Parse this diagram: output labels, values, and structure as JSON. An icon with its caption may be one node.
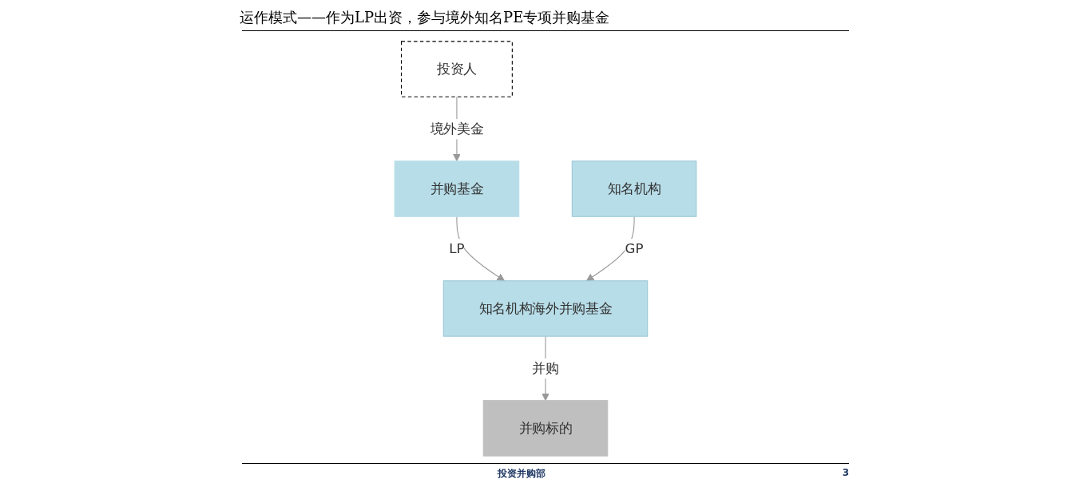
{
  "diagram": {
    "title": "运作模式——作为LP出资，参与境外知名PE专项并购基金",
    "nodes": [
      {
        "text": [
          "投资人"
        ]
      },
      {
        "text": [
          "并购基金"
        ]
      },
      {
        "text": [
          "知名机构"
        ]
      },
      {
        "text": [
          "知名机构海外并购基金"
        ]
      },
      {
        "text": [
          "并购标的"
        ]
      }
    ],
    "edges": [
      {
        "from": 0,
        "to": 1,
        "arrow": "to",
        "label": "境外美金"
      },
      {
        "from": 1,
        "to": 3,
        "arrow": "to",
        "label": "LP"
      },
      {
        "from": 2,
        "to": 3,
        "arrow": "to",
        "label": "GP"
      },
      {
        "from": 3,
        "to": 4,
        "arrow": "to",
        "label": "并购"
      }
    ],
    "labels": [
      "投资并购部",
      "3"
    ]
  }
}
